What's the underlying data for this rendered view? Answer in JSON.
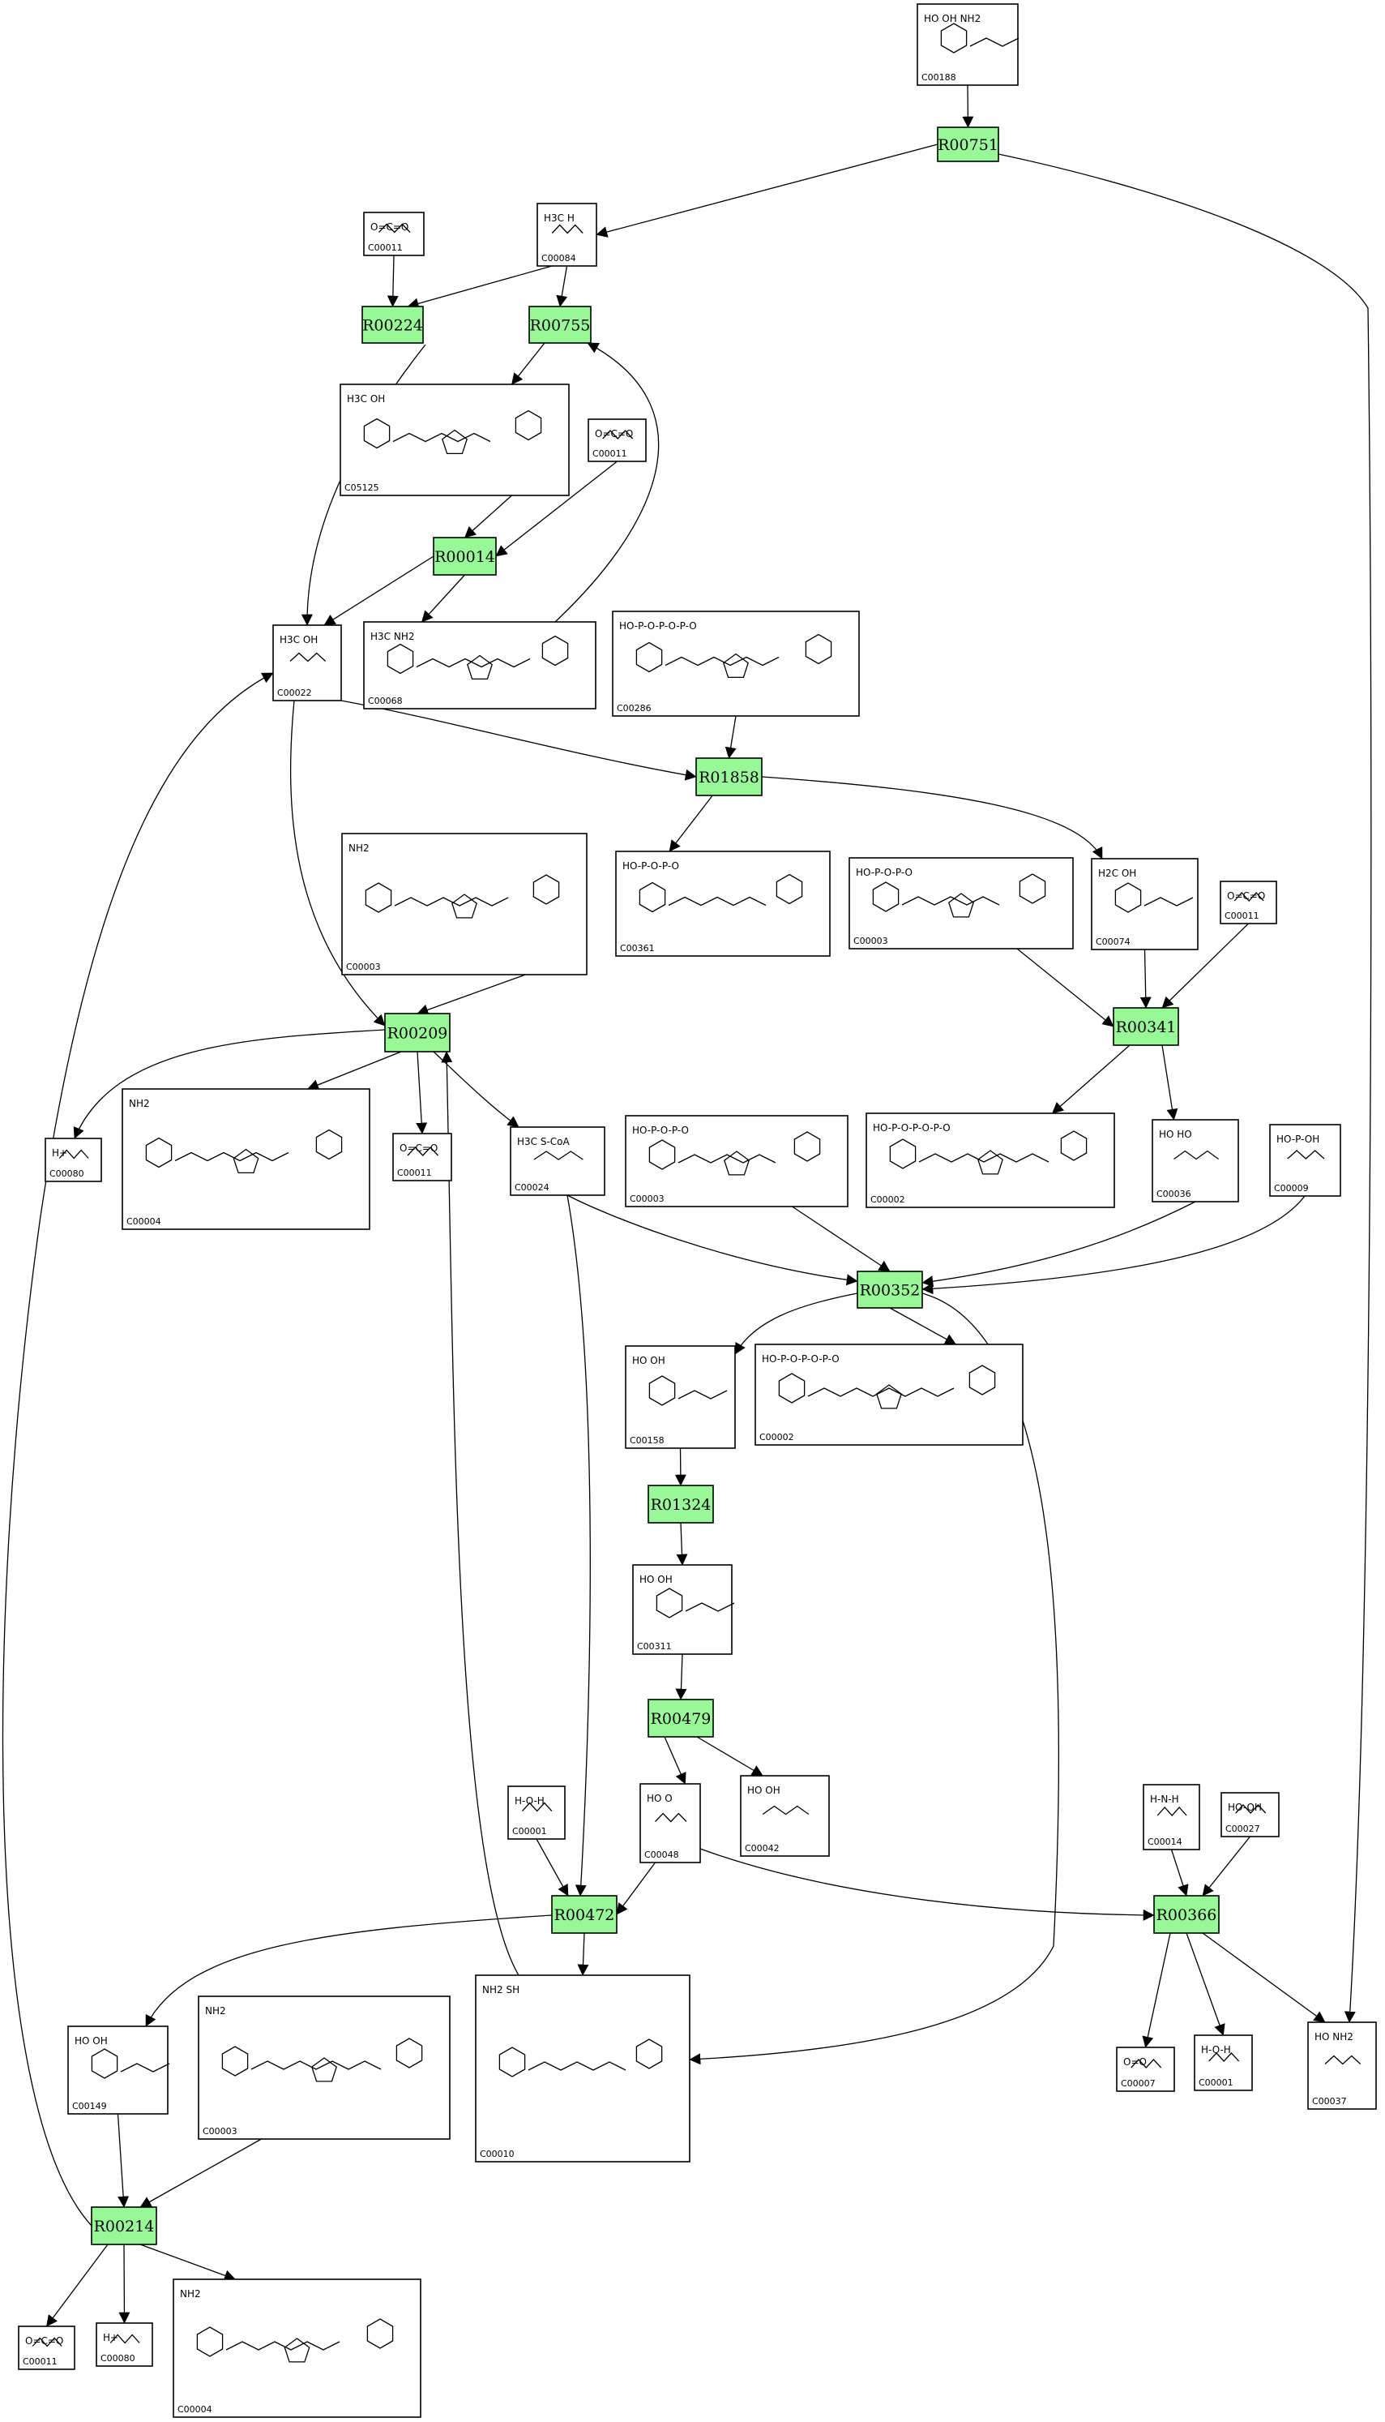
{
  "reactions": [
    "R00751",
    "R00224",
    "R00755",
    "R00014",
    "R01858",
    "R00209",
    "R00341",
    "R00352",
    "R01324",
    "R00479",
    "R00472",
    "R00366",
    "R00214"
  ],
  "compounds": [
    {
      "id": "C00188",
      "formula": "HO  OH  NH2"
    },
    {
      "id": "C00084",
      "formula": "H3C  H"
    },
    {
      "id": "C00011",
      "formula": "O=C=O"
    },
    {
      "id": "C05125",
      "formula": "H3C OH"
    },
    {
      "id": "C00011b",
      "label": "C00011",
      "formula": "O=C=O"
    },
    {
      "id": "C00022",
      "formula": "H3C  OH"
    },
    {
      "id": "C00068",
      "formula": "H3C NH2"
    },
    {
      "id": "C00286",
      "formula": "HO-P-O-P-O-P-O"
    },
    {
      "id": "C00361",
      "formula": "HO-P-O-P-O"
    },
    {
      "id": "C00003",
      "formula": "NH2"
    },
    {
      "id": "C00003b",
      "label": "C00003",
      "formula": "HO-P-O-P-O"
    },
    {
      "id": "C00074",
      "formula": "H2C OH"
    },
    {
      "id": "C00011c",
      "label": "C00011",
      "formula": "O=C=O"
    },
    {
      "id": "C00080",
      "formula": "H+"
    },
    {
      "id": "C00004",
      "formula": "NH2"
    },
    {
      "id": "C00011d",
      "label": "C00011",
      "formula": "O=C=O"
    },
    {
      "id": "C00024",
      "formula": "H3C  S-CoA"
    },
    {
      "id": "C00003c",
      "label": "C00003",
      "formula": "HO-P-O-P-O"
    },
    {
      "id": "C00002",
      "formula": "HO-P-O-P-O-P-O"
    },
    {
      "id": "C00036",
      "formula": "HO  HO"
    },
    {
      "id": "C00009",
      "formula": "HO-P-OH"
    },
    {
      "id": "C00158",
      "formula": "HO  OH"
    },
    {
      "id": "C00002b",
      "label": "C00002",
      "formula": "HO-P-O-P-O-P-O"
    },
    {
      "id": "C00311",
      "formula": "HO  OH"
    },
    {
      "id": "C00001",
      "formula": "H-O-H"
    },
    {
      "id": "C00048",
      "formula": "HO  O"
    },
    {
      "id": "C00042",
      "formula": "HO  OH"
    },
    {
      "id": "C00014",
      "formula": "H-N-H"
    },
    {
      "id": "C00027",
      "formula": "HO-OH"
    },
    {
      "id": "C00149",
      "formula": "HO  OH"
    },
    {
      "id": "C00003d",
      "label": "C00003",
      "formula": "NH2"
    },
    {
      "id": "C00010",
      "formula": "NH2  SH"
    },
    {
      "id": "C00007",
      "formula": "O=O"
    },
    {
      "id": "C00001b",
      "label": "C00001",
      "formula": "H-O-H"
    },
    {
      "id": "C00037",
      "formula": "HO  NH2"
    },
    {
      "id": "C00011e",
      "label": "C00011",
      "formula": "O=C=O"
    },
    {
      "id": "C00080b",
      "label": "C00080",
      "formula": "H+"
    },
    {
      "id": "C00004b",
      "label": "C00004",
      "formula": "NH2"
    }
  ]
}
